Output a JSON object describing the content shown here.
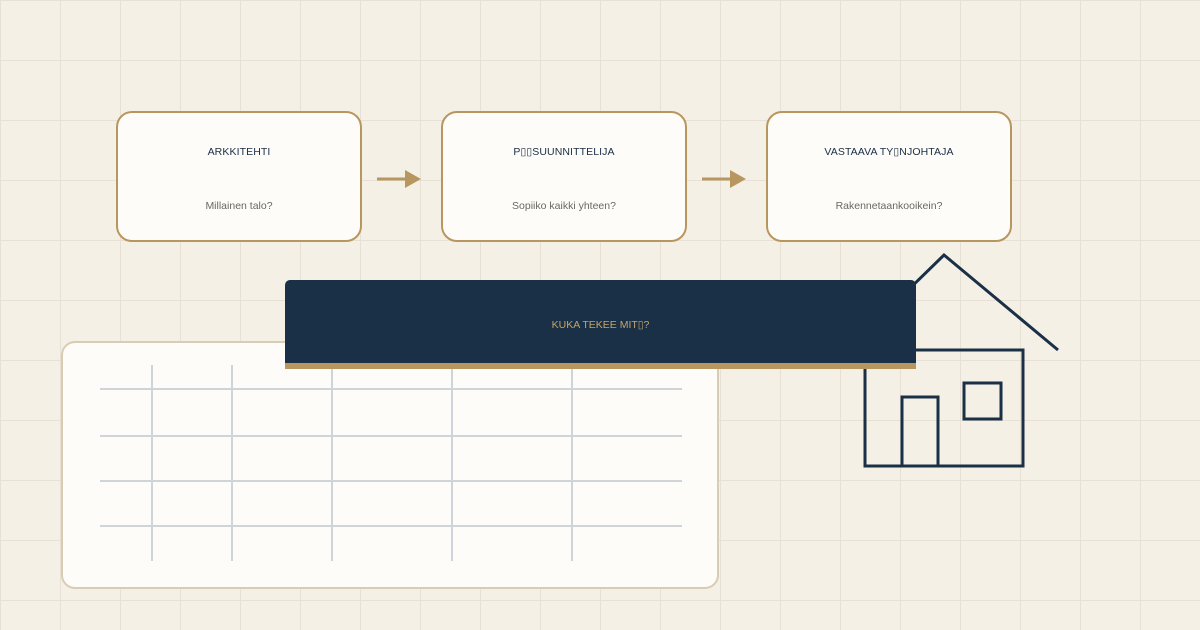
{
  "roles": [
    {
      "title": "ARKKITEHTI",
      "question": "Millainen talo?"
    },
    {
      "title": "P▯▯SUUNNITTELIJA",
      "question": "Sopiiko kaikki yhteen?"
    },
    {
      "title": "VASTAAVA TY▯NJOHTAJA",
      "question": "Rakennetaankooikein?"
    }
  ],
  "banner": {
    "text": "KUKA TEKEE MIT▯?"
  },
  "colors": {
    "background": "#f5f0e6",
    "card": "#fdfcf8",
    "gold": "#b8965f",
    "navy": "#1a3047",
    "grid_line": "#cfd4d9"
  },
  "icons": [
    "arrow-right-icon",
    "house-icon"
  ]
}
